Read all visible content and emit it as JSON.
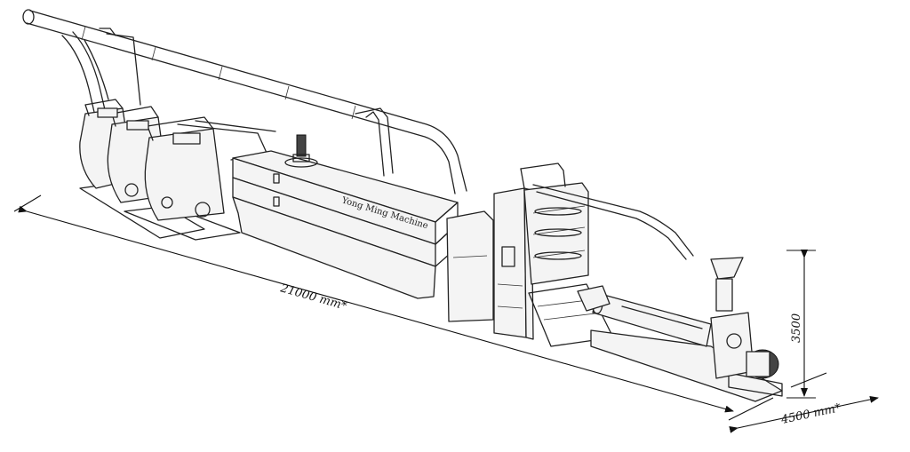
{
  "drawing": {
    "brand_label": "Yong Ming Machine",
    "dimensions": {
      "length": "21000  mm*",
      "width": "4500  mm*",
      "height": "3500"
    }
  }
}
